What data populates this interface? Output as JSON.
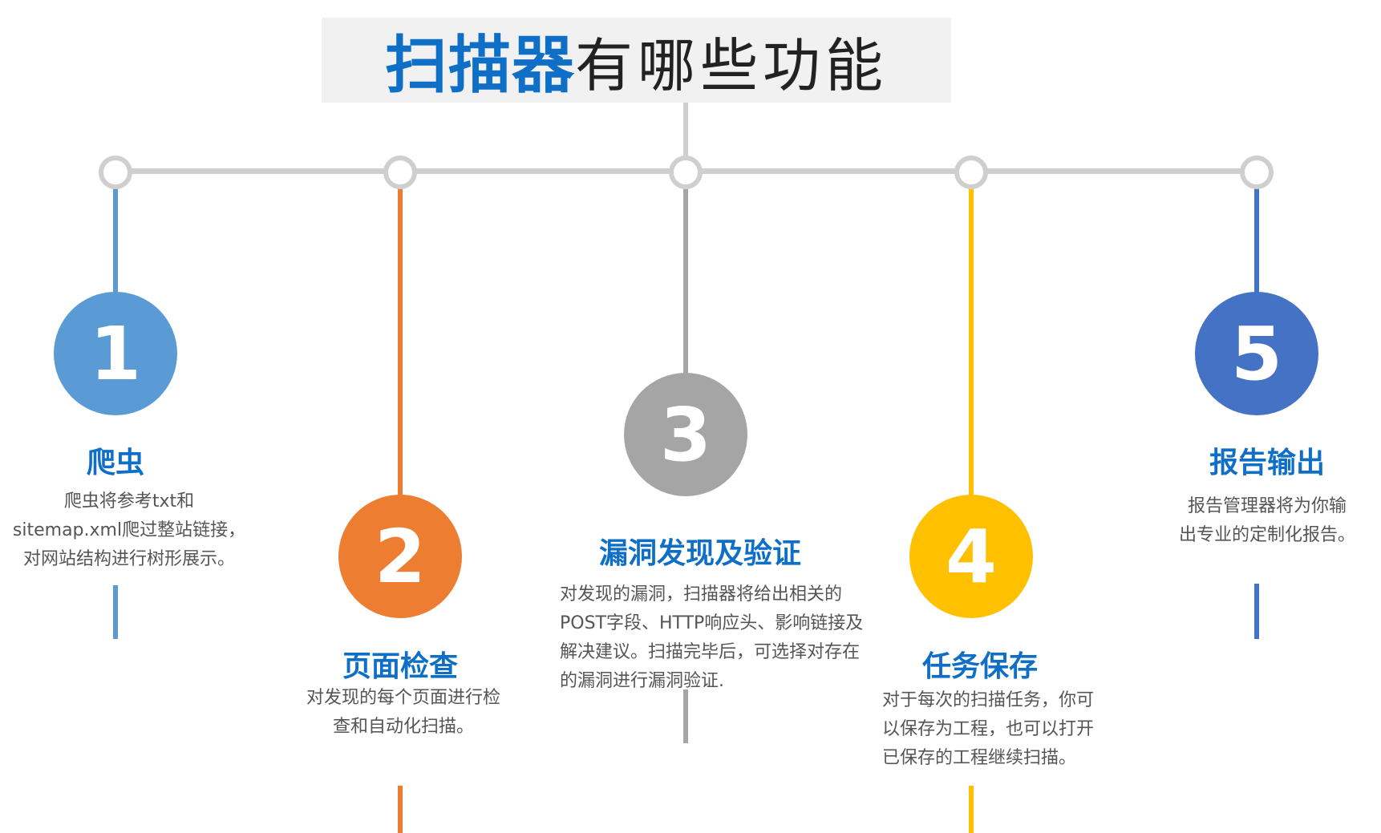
{
  "title": {
    "accent": "扫描器",
    "rest": "有哪些功能"
  },
  "colors": {
    "blue": "#0f6fc6",
    "timeline": "#cfcfcf",
    "step1": "#5b9bd5",
    "step2": "#ed7d31",
    "step3": "#a5a5a5",
    "step4": "#ffc000",
    "step5": "#4472c4"
  },
  "steps": [
    {
      "number": "1",
      "heading": "爬虫",
      "lines": [
        "爬虫将参考txt和",
        "sitemap.xml爬过整站链接，",
        "对网站结构进行树形展示。"
      ]
    },
    {
      "number": "2",
      "heading": "页面检查",
      "lines": [
        "对发现的每个页面进行检",
        "查和自动化扫描。"
      ]
    },
    {
      "number": "3",
      "heading": "漏洞发现及验证",
      "lines": [
        "对发现的漏洞，扫描器将给出相关的",
        "POST字段、HTTP响应头、影响链接及",
        "解决建议。扫描完毕后，可选择对存在",
        "的漏洞进行漏洞验证."
      ]
    },
    {
      "number": "4",
      "heading": "任务保存",
      "lines": [
        "对于每次的扫描任务，你可",
        "以保存为工程，也可以打开",
        "已保存的工程继续扫描。"
      ]
    },
    {
      "number": "5",
      "heading": "报告输出",
      "lines": [
        "报告管理器将为你输",
        "出专业的定制化报告。"
      ]
    }
  ]
}
